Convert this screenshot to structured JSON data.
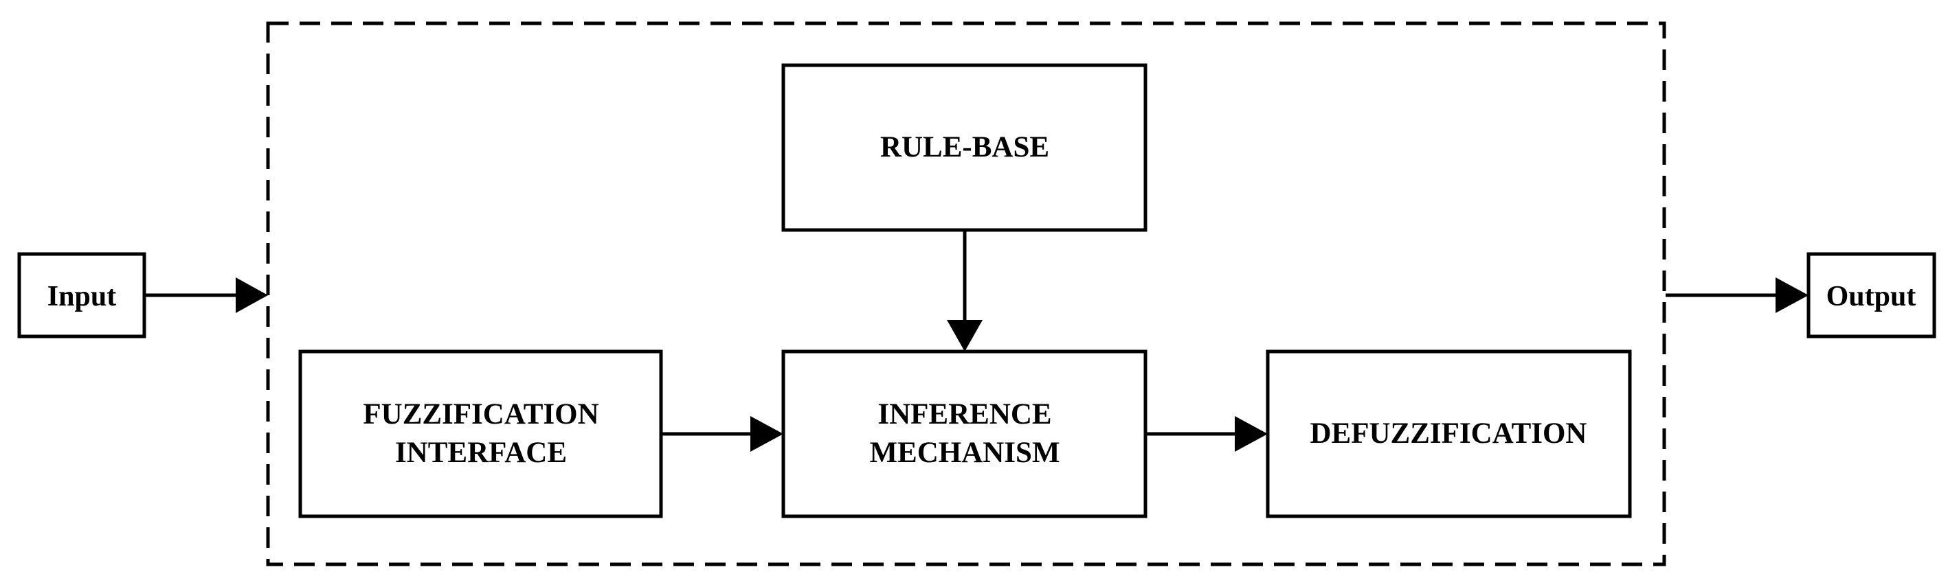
{
  "diagram": {
    "input_label": "Input",
    "output_label": "Output",
    "rule_base_label": "RULE-BASE",
    "fuzzification": {
      "line1": "FUZZIFICATION",
      "line2": "INTERFACE"
    },
    "inference": {
      "line1": "INFERENCE",
      "line2": "MECHANISM"
    },
    "defuzzification_label": "DEFUZZIFICATION"
  },
  "colors": {
    "stroke": "#000000",
    "background": "#ffffff"
  }
}
